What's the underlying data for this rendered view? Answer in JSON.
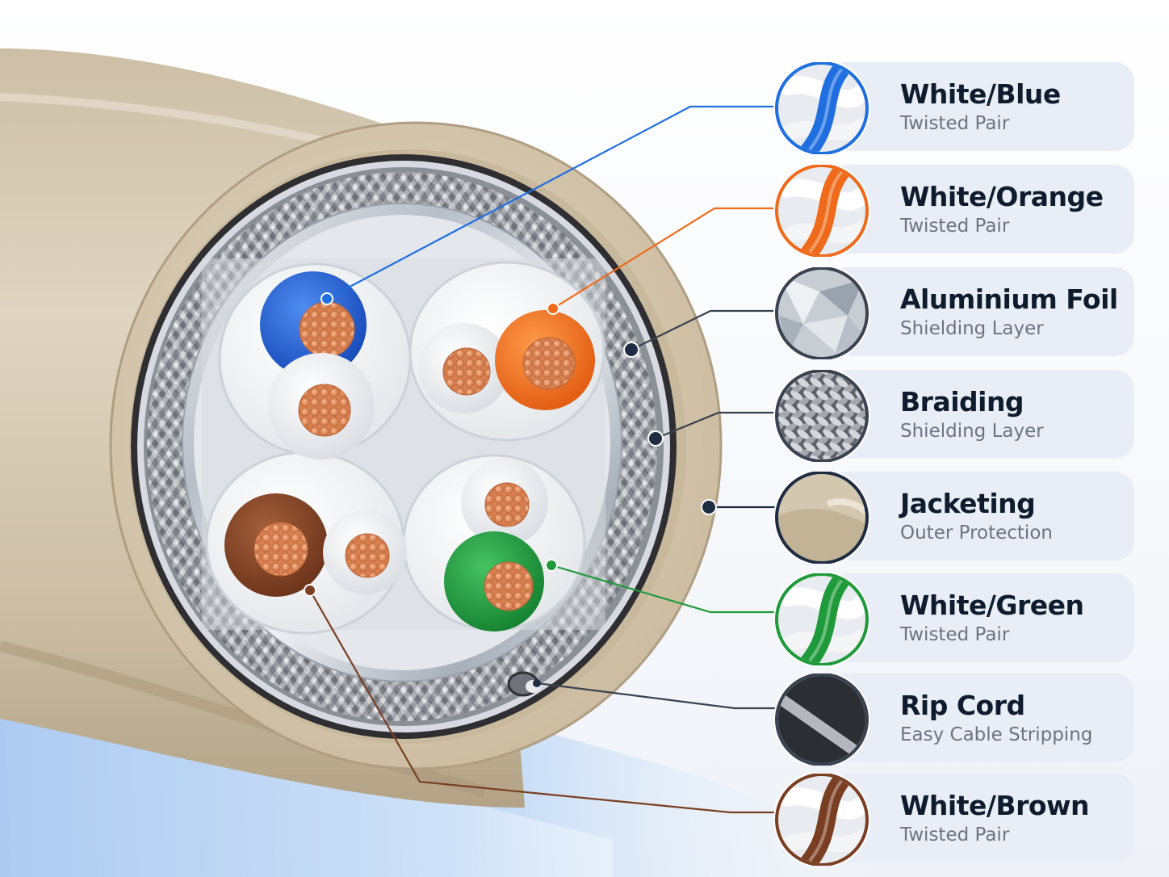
{
  "legend": [
    {
      "title": "White/Blue",
      "subtitle": "Twisted Pair",
      "color": "#1f6fe0",
      "thumb": "twisted-pair",
      "icon": "blue-pair-icon"
    },
    {
      "title": "White/Orange",
      "subtitle": "Twisted Pair",
      "color": "#ef6a1a",
      "thumb": "twisted-pair",
      "icon": "orange-pair-icon"
    },
    {
      "title": "Aluminium Foil",
      "subtitle": "Shielding Layer",
      "color": "#3b4250",
      "thumb": "foil",
      "icon": "foil-icon"
    },
    {
      "title": "Braiding",
      "subtitle": "Shielding Layer",
      "color": "#3b4250",
      "thumb": "braid",
      "icon": "braid-icon"
    },
    {
      "title": "Jacketing",
      "subtitle": "Outer Protection",
      "color": "#1e2d42",
      "thumb": "jacket",
      "icon": "jacket-icon"
    },
    {
      "title": "White/Green",
      "subtitle": "Twisted Pair",
      "color": "#1f9a3a",
      "thumb": "twisted-pair",
      "icon": "green-pair-icon"
    },
    {
      "title": "Rip Cord",
      "subtitle": "Easy Cable Stripping",
      "color": "#3b4250",
      "thumb": "ripcord",
      "icon": "rip-cord-icon"
    },
    {
      "title": "White/Brown",
      "subtitle": "Twisted Pair",
      "color": "#7a3e22",
      "thumb": "twisted-pair",
      "icon": "brown-pair-icon"
    }
  ],
  "colors": {
    "jacket": "#d9ccb6",
    "jacket_dark": "#bfae92",
    "copper": "#e8925e",
    "background_wave": "#8fb8ee"
  }
}
